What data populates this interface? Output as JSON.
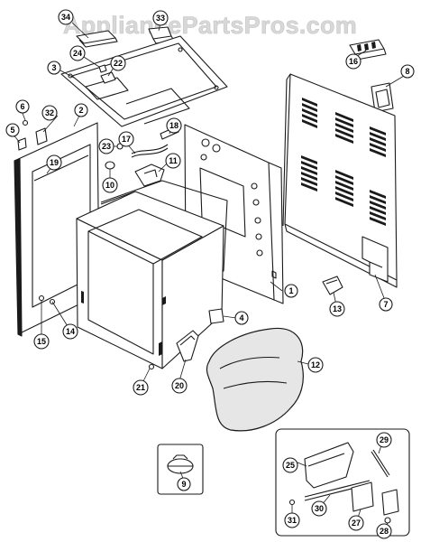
{
  "watermark": "AppliancePartsPros.com",
  "callouts": [
    {
      "id": "c1",
      "label": "1"
    },
    {
      "id": "c2",
      "label": "2"
    },
    {
      "id": "c3",
      "label": "3"
    },
    {
      "id": "c4",
      "label": "4"
    },
    {
      "id": "c5",
      "label": "5"
    },
    {
      "id": "c6",
      "label": "6"
    },
    {
      "id": "c7",
      "label": "7"
    },
    {
      "id": "c8",
      "label": "8"
    },
    {
      "id": "c9",
      "label": "9"
    },
    {
      "id": "c10",
      "label": "10"
    },
    {
      "id": "c11",
      "label": "11"
    },
    {
      "id": "c12",
      "label": "12"
    },
    {
      "id": "c13",
      "label": "13"
    },
    {
      "id": "c14",
      "label": "14"
    },
    {
      "id": "c15",
      "label": "15"
    },
    {
      "id": "c16",
      "label": "16"
    },
    {
      "id": "c17",
      "label": "17"
    },
    {
      "id": "c18",
      "label": "18"
    },
    {
      "id": "c19",
      "label": "19"
    },
    {
      "id": "c20",
      "label": "20"
    },
    {
      "id": "c21",
      "label": "21"
    },
    {
      "id": "c22",
      "label": "22"
    },
    {
      "id": "c23",
      "label": "23"
    },
    {
      "id": "c24",
      "label": "24"
    },
    {
      "id": "c25",
      "label": "25"
    },
    {
      "id": "c27",
      "label": "27"
    },
    {
      "id": "c28",
      "label": "28"
    },
    {
      "id": "c29",
      "label": "29"
    },
    {
      "id": "c30",
      "label": "30"
    },
    {
      "id": "c31",
      "label": "31"
    },
    {
      "id": "c32",
      "label": "32"
    },
    {
      "id": "c33",
      "label": "33"
    },
    {
      "id": "c34",
      "label": "34"
    }
  ]
}
